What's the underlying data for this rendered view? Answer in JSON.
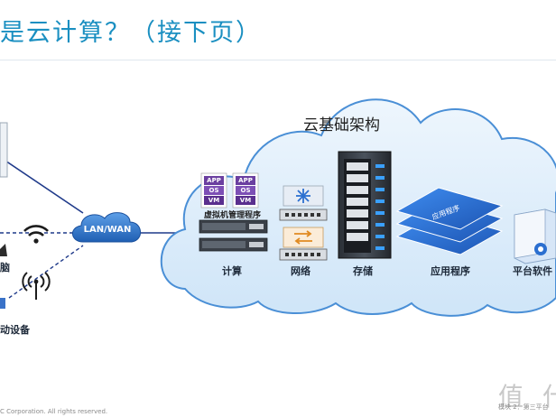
{
  "title": "是云计算？（接下页）",
  "cloud_title": "云基础架构",
  "network_label": "LAN/WAN",
  "vm_tiles": [
    {
      "app": "APP",
      "os": "OS",
      "vm": "VM"
    },
    {
      "app": "APP",
      "os": "OS",
      "vm": "VM"
    }
  ],
  "vm_caption": "虚拟机管理程序",
  "app_stack_label": "应用程序",
  "components": [
    "计算",
    "网络",
    "存储",
    "应用程序",
    "平台软件"
  ],
  "left_labels": {
    "device_1": "脑",
    "device_2": "动设备"
  },
  "footer_left": "C Corporation. All rights reserved.",
  "footer_right": "模块 2：第三平台",
  "watermark": "值 什",
  "colors": {
    "title": "#1a8fc1",
    "cloud_fill": "#dcedfb",
    "cloud_stroke": "#4a8fd6",
    "link_line": "#1f3a8a",
    "lanwan": "#2f6fc2",
    "vm_tile": "#6b3fa0",
    "app_blue": "#2b6fd0"
  }
}
